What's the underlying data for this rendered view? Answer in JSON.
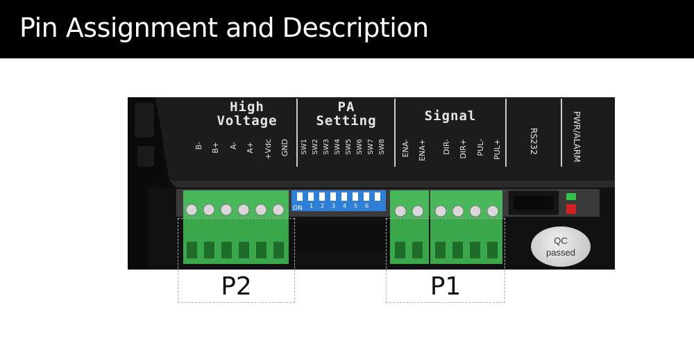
{
  "title": "Pin Assignment and Description",
  "sections": {
    "high_voltage": "High\nVoltage",
    "pa_setting": "PA\nSetting",
    "signal": "Signal",
    "rs232": "RS232",
    "pwr_alarm": "PWR/ALARM"
  },
  "high_voltage_pins": [
    "B-",
    "B+",
    "A-",
    "A+",
    "+Vdc",
    "GND"
  ],
  "switches": [
    "SW1",
    "SW2",
    "SW3",
    "SW4",
    "SW5",
    "SW6",
    "SW7",
    "SW8"
  ],
  "dip": {
    "on_label": "ON",
    "numbers": [
      "1",
      "2",
      "3",
      "4",
      "5",
      "6"
    ]
  },
  "signal_pins": [
    "ENA-",
    "ENA+",
    "DIR-",
    "DIR+",
    "PUL-",
    "PUL+"
  ],
  "qc_badge": {
    "line1": "QC",
    "line2": "passed"
  },
  "callouts": {
    "p2": "P2",
    "p1": "P1"
  },
  "colors": {
    "terminal_green": "#3aa84a",
    "dip_blue": "#2f7fd6",
    "title_bg": "#000000"
  }
}
